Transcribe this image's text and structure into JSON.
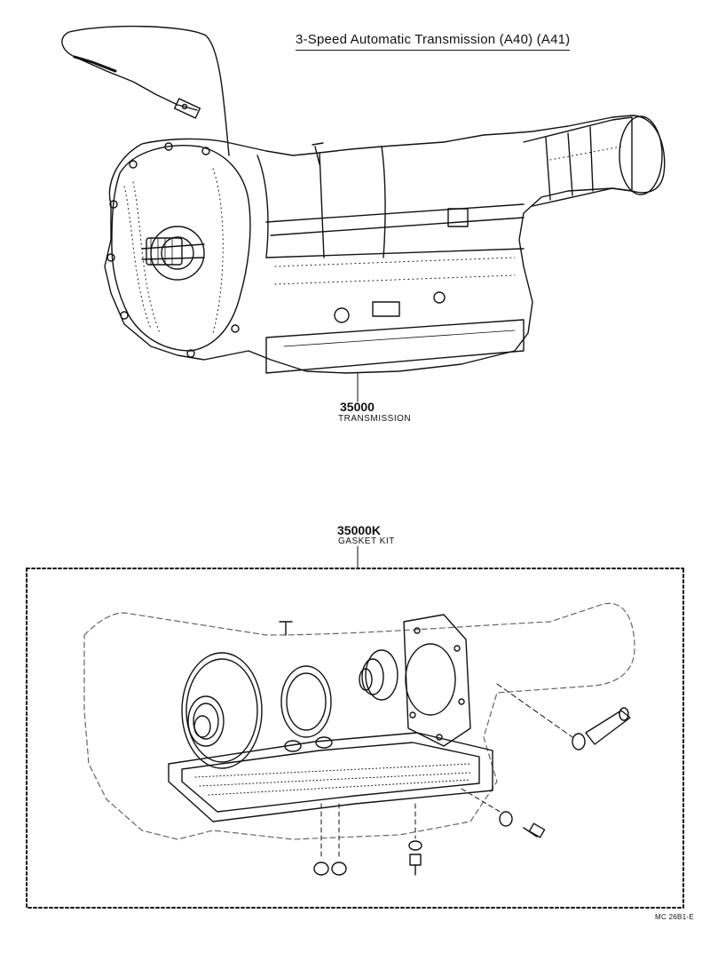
{
  "title": "3-Speed Automatic Transmission (A40) (A41)",
  "parts": [
    {
      "number": "35000",
      "name": "TRANSMISSION"
    },
    {
      "number": "35000K",
      "name": "GASKET KIT"
    }
  ],
  "drawing_code": "MC 26B1-E"
}
